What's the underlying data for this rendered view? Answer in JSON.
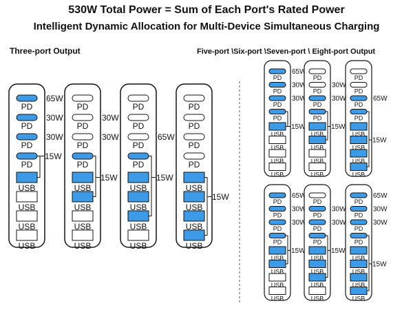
{
  "title": {
    "line1": "530W Total Power = Sum of Each Port's Rated Power",
    "line2": "Intelligent Dynamic Allocation for Multi-Device Simultaneous Charging"
  },
  "sections": {
    "left": "Three-port Output",
    "right": "Five-port \\Six-port \\Seven-port \\ Eight-port Output"
  },
  "colors": {
    "active": "#3d9ae6",
    "inactive": "#ffffff",
    "outline": "#111111",
    "divider": "#555555"
  },
  "port_labels": [
    "PD",
    "PD",
    "PD",
    "PD",
    "USB",
    "USB",
    "USB",
    "USB"
  ],
  "large_configs": [
    {
      "active": [
        true,
        true,
        true,
        true,
        true,
        false,
        false,
        false
      ],
      "labels": [
        {
          "text": "65W",
          "port": 0
        },
        {
          "text": "30W",
          "port": 1
        },
        {
          "text": "30W",
          "port": 2
        },
        {
          "text": "15W",
          "port": 3
        }
      ],
      "brace": [
        3,
        4
      ]
    },
    {
      "active": [
        false,
        false,
        false,
        true,
        true,
        true,
        false,
        false
      ],
      "labels": [
        {
          "text": "30W",
          "port": 1
        },
        {
          "text": "30W",
          "port": 2
        },
        {
          "text": "15W",
          "port": 4
        }
      ],
      "brace": [
        3,
        5
      ]
    },
    {
      "active": [
        false,
        false,
        false,
        true,
        true,
        true,
        true,
        false
      ],
      "labels": [
        {
          "text": "65W",
          "port": 2
        },
        {
          "text": "15W",
          "port": 4
        }
      ],
      "brace": [
        3,
        6
      ]
    },
    {
      "active": [
        false,
        false,
        false,
        false,
        true,
        true,
        true,
        true
      ],
      "labels": [
        {
          "text": "15W",
          "port": 5
        }
      ],
      "brace": [
        4,
        7
      ]
    }
  ],
  "small_configs": [
    {
      "active": [
        true,
        true,
        true,
        true,
        true,
        false,
        false,
        false
      ],
      "labels": [
        {
          "text": "65W",
          "port": 0
        },
        {
          "text": "30W",
          "port": 1
        },
        {
          "text": "30W",
          "port": 2
        },
        {
          "text": "15W",
          "port": 4
        }
      ],
      "brace": [
        3,
        4
      ]
    },
    {
      "active": [
        false,
        false,
        true,
        true,
        true,
        true,
        false,
        false
      ],
      "labels": [
        {
          "text": "30W",
          "port": 1
        },
        {
          "text": "30W",
          "port": 2
        },
        {
          "text": "15W",
          "port": 4
        }
      ],
      "brace": [
        3,
        5
      ]
    },
    {
      "active": [
        false,
        false,
        true,
        true,
        true,
        true,
        true,
        true
      ],
      "labels": [
        {
          "text": "65W",
          "port": 2
        },
        {
          "text": "15W",
          "port": 5
        }
      ],
      "brace": [
        3,
        7
      ]
    },
    {
      "active": [
        true,
        true,
        true,
        true,
        true,
        true,
        false,
        false
      ],
      "labels": [
        {
          "text": "65W",
          "port": 0
        },
        {
          "text": "30W",
          "port": 1
        },
        {
          "text": "30W",
          "port": 2
        },
        {
          "text": "15W",
          "port": 4
        }
      ],
      "brace": [
        3,
        5
      ]
    },
    {
      "active": [
        false,
        true,
        true,
        true,
        true,
        true,
        true,
        false
      ],
      "labels": [
        {
          "text": "30W",
          "port": 1
        },
        {
          "text": "30W",
          "port": 2
        },
        {
          "text": "15W",
          "port": 4
        }
      ],
      "brace": [
        3,
        6
      ]
    },
    {
      "active": [
        true,
        true,
        true,
        true,
        true,
        true,
        true,
        true
      ],
      "labels": [
        {
          "text": "65W",
          "port": 0
        },
        {
          "text": "30W",
          "port": 1
        },
        {
          "text": "30W",
          "port": 2
        },
        {
          "text": "15W",
          "port": 5
        }
      ],
      "brace": [
        3,
        7
      ]
    }
  ]
}
